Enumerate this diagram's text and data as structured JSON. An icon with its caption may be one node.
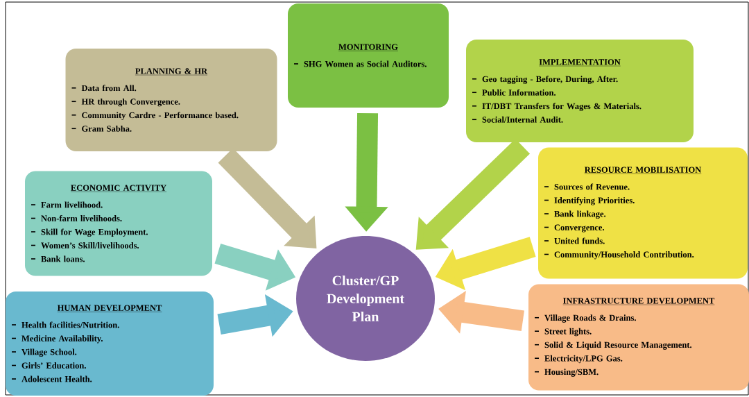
{
  "diagram": {
    "nodes": [
      {
        "text": [
          "MONITORING",
          "SHG Women as Social Auditors."
        ]
      },
      {
        "text": [
          "PLANNING & HR",
          "Data from All.",
          "HR through Convergence.",
          "Community Cardre - Performance based.",
          "Gram Sabha."
        ]
      },
      {
        "text": [
          "IMPLEMENTATION",
          "Geo tagging - Before, During, After.",
          "Public Information.",
          "IT/DBT Transfers for Wages & Materials.",
          "Social/Internal Audit."
        ]
      },
      {
        "text": [
          "RESOURCE MOBILISATION",
          "Sources of  Revenue.",
          "Identifying Priorities.",
          "Bank linkage.",
          "Convergence.",
          "United funds.",
          "Community/Household Contribution."
        ]
      },
      {
        "text": [
          "ECONOMIC ACTIVITY",
          "Farm livelihood.",
          "Non-farm livelihoods.",
          "Skill for Wage Employment.",
          "Women’s Skill/livelihoods.",
          "Bank loans."
        ]
      },
      {
        "text": [
          "Cluster/GP Development Plan"
        ]
      },
      {
        "text": [
          "HUMAN DEVELOPMENT",
          "Health facilities/Nutrition.",
          "Medicine Availability.",
          "Village School.",
          "Girls’ Education.",
          "Adolescent Health."
        ]
      },
      {
        "text": [
          "INFRASTRUCTURE DEVELOPMENT",
          "Village Roads & Drains.",
          "Street lights.",
          "Solid & Liquid Resource Management.",
          "Electricity/LPG Gas.",
          "Housing/SBM."
        ]
      }
    ],
    "edges": [
      {
        "from": 0,
        "to": 5,
        "arrow": "to",
        "color": "#7bc043"
      },
      {
        "from": 1,
        "to": 5,
        "arrow": "to",
        "color": "#c4bc96"
      },
      {
        "from": 2,
        "to": 5,
        "arrow": "to",
        "color": "#b2d34a"
      },
      {
        "from": 3,
        "to": 5,
        "arrow": "to",
        "color": "#efe145"
      },
      {
        "from": 4,
        "to": 5,
        "arrow": "to",
        "color": "#89d0c0"
      },
      {
        "from": 6,
        "to": 5,
        "arrow": "to",
        "color": "#69b9cf"
      },
      {
        "from": 7,
        "to": 5,
        "arrow": "to",
        "color": "#f8bb88"
      }
    ]
  }
}
